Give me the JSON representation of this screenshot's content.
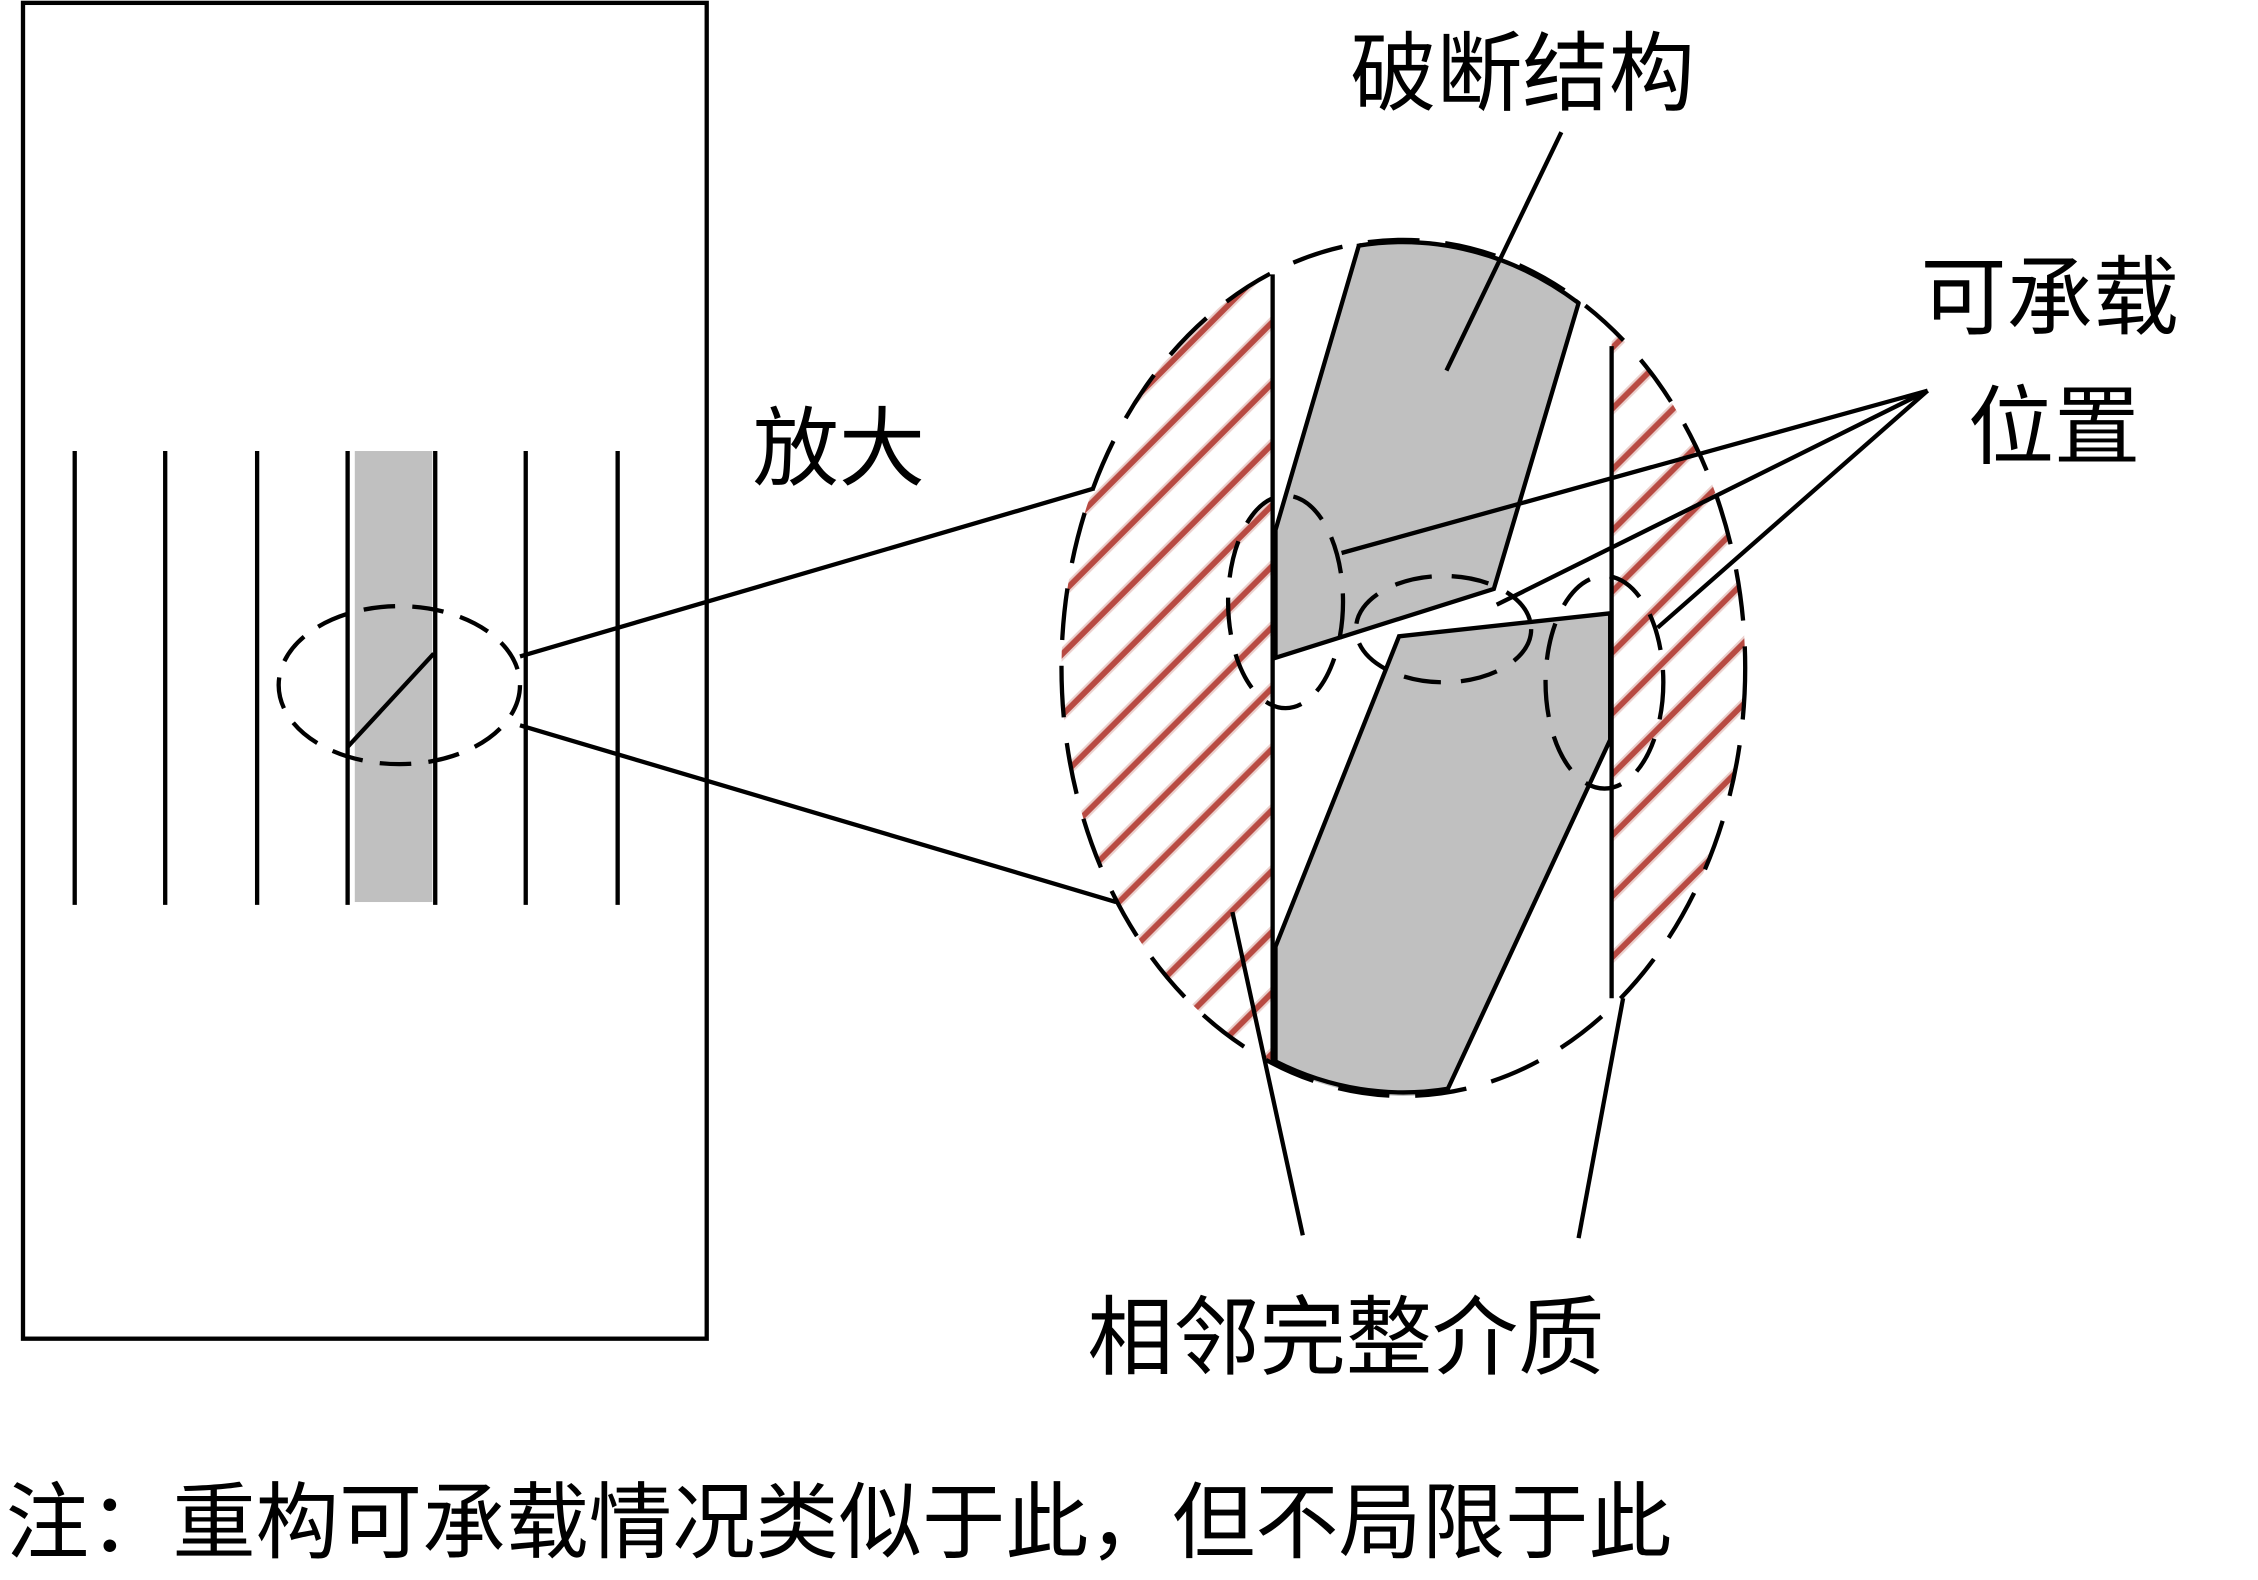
{
  "labels": {
    "fracture_structure": "破断结构",
    "bearing_position_line1": "可承载",
    "bearing_position_line2": "位置",
    "magnify": "放大",
    "adjacent_intact_medium": "相邻完整介质"
  },
  "note": "注：重构可承载情况类似于此，但不局限于此",
  "colors": {
    "fracture_fill": "#c0c0c0",
    "hatch": "#b84a42",
    "hatch_light": "#ebd0cd",
    "stroke": "#000000"
  }
}
